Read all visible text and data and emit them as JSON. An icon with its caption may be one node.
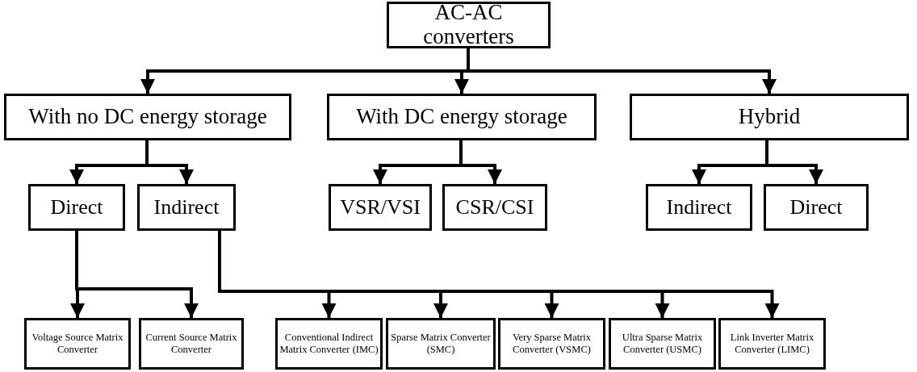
{
  "diagram": {
    "nodes": [
      {
        "text": [
          "AC-AC converters"
        ]
      },
      {
        "text": [
          "With no DC energy storage"
        ]
      },
      {
        "text": [
          "With DC energy storage"
        ]
      },
      {
        "text": [
          "Hybrid"
        ]
      },
      {
        "text": [
          "Direct"
        ]
      },
      {
        "text": [
          "Indirect"
        ]
      },
      {
        "text": [
          "VSR/VSI"
        ]
      },
      {
        "text": [
          "CSR/CSI"
        ]
      },
      {
        "text": [
          "Indirect"
        ]
      },
      {
        "text": [
          "Direct"
        ]
      },
      {
        "text": [
          "Voltage Source Matrix Converter"
        ]
      },
      {
        "text": [
          "Current Source Matrix Converter"
        ]
      },
      {
        "text": [
          "Conventional Indirect Matrix Converter (IMC)"
        ]
      },
      {
        "text": [
          "Sparse Matrix Converter (SMC)"
        ]
      },
      {
        "text": [
          "Very Sparse Matrix Converter (VSMC)"
        ]
      },
      {
        "text": [
          "Ultra Sparse Matrix Converter (USMC)"
        ]
      },
      {
        "text": [
          "Link Inverter Matrix Converter (LIMC)"
        ]
      }
    ],
    "edges": [
      {
        "from": 0,
        "to": 1,
        "arrow": "to"
      },
      {
        "from": 0,
        "to": 2,
        "arrow": "to"
      },
      {
        "from": 0,
        "to": 3,
        "arrow": "to"
      },
      {
        "from": 1,
        "to": 4,
        "arrow": "to"
      },
      {
        "from": 1,
        "to": 5,
        "arrow": "to"
      },
      {
        "from": 2,
        "to": 6,
        "arrow": "to"
      },
      {
        "from": 2,
        "to": 7,
        "arrow": "to"
      },
      {
        "from": 3,
        "to": 8,
        "arrow": "to"
      },
      {
        "from": 3,
        "to": 9,
        "arrow": "to"
      },
      {
        "from": 4,
        "to": 10,
        "arrow": "to"
      },
      {
        "from": 4,
        "to": 11,
        "arrow": "to"
      },
      {
        "from": 5,
        "to": 12,
        "arrow": "to"
      },
      {
        "from": 5,
        "to": 13,
        "arrow": "to"
      },
      {
        "from": 5,
        "to": 14,
        "arrow": "to"
      },
      {
        "from": 5,
        "to": 15,
        "arrow": "to"
      },
      {
        "from": 5,
        "to": 16,
        "arrow": "to"
      }
    ]
  }
}
